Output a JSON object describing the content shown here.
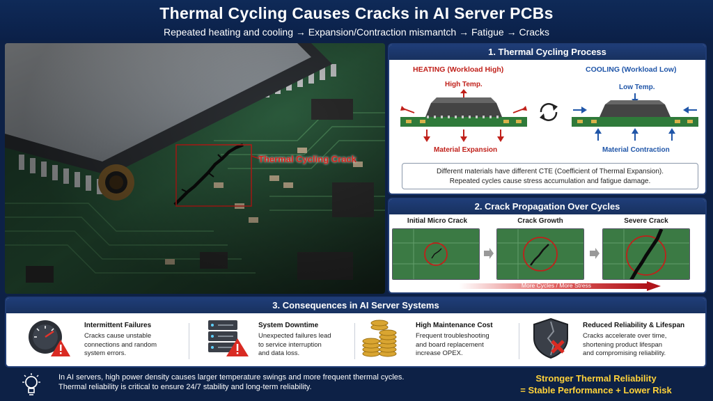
{
  "header": {
    "title": "Thermal Cycling Causes Cracks in AI Server PCBs",
    "subtitle": "Repeated heating and cooling → Expansion/Contraction mismantch → Fatigue → Cracks"
  },
  "photo": {
    "crack_label": "Thermal Cycling Crack"
  },
  "panel1": {
    "title": "1. Thermal Cycling Process",
    "heating_title": "HEATING (Workload High)",
    "cooling_title": "COOLING (Workload Low)",
    "high_temp": "High Temp.",
    "low_temp": "Low Temp.",
    "material_expansion": "Material Expansion",
    "material_contraction": "Material Contraction",
    "note_line1": "Different materials have different CTE (Coefficient of Thermal Expansion).",
    "note_line2": "Repeated cycles cause stress accumulation and fatigue damage."
  },
  "panel2": {
    "title": "2. Crack Propagation Over Cycles",
    "stages": [
      "Initial Micro Crack",
      "Crack Growth",
      "Severe Crack"
    ],
    "arrow_label": "More Cycles / More Stress"
  },
  "panel3": {
    "title": "3. Consequences in AI Server Systems",
    "items": [
      {
        "title": "Intermittent Failures",
        "lines": [
          "Cracks cause unstable",
          "connections and random",
          "system errors."
        ]
      },
      {
        "title": "System Downtime",
        "lines": [
          "Unexpected failures lead",
          "to service interruption",
          "and data loss."
        ]
      },
      {
        "title": "High Maintenance Cost",
        "lines": [
          "Frequent troubleshooting",
          "and board replacement",
          "increase OPEX."
        ]
      },
      {
        "title": "Reduced Reliability & Lifespan",
        "lines": [
          "Cracks accelerate over time,",
          "shortening product lifespan",
          "and compromising reliability."
        ]
      }
    ]
  },
  "footer": {
    "line1": "In AI servers, high power density causes larger temperature swings and more frequent thermal cycles.",
    "line2": "Thermal reliability is critical to ensure 24/7 stability and long-term reliability.",
    "right_line1": "Stronger Thermal Reliability",
    "right_line2": "= Stable Performance + Lower Risk"
  },
  "colors": {
    "navy": "#0d2146",
    "panel_head": "#1f3d78",
    "heating_red": "#c0201a",
    "cooling_blue": "#1f55a8",
    "pcb_green": "#2f6b3a",
    "highlight_yellow": "#ffd23a"
  },
  "icons": [
    "lightbulb-icon",
    "refresh-cycle-icon",
    "gauge-warning-icon",
    "server-warning-icon",
    "coins-icon",
    "shield-broken-icon"
  ]
}
